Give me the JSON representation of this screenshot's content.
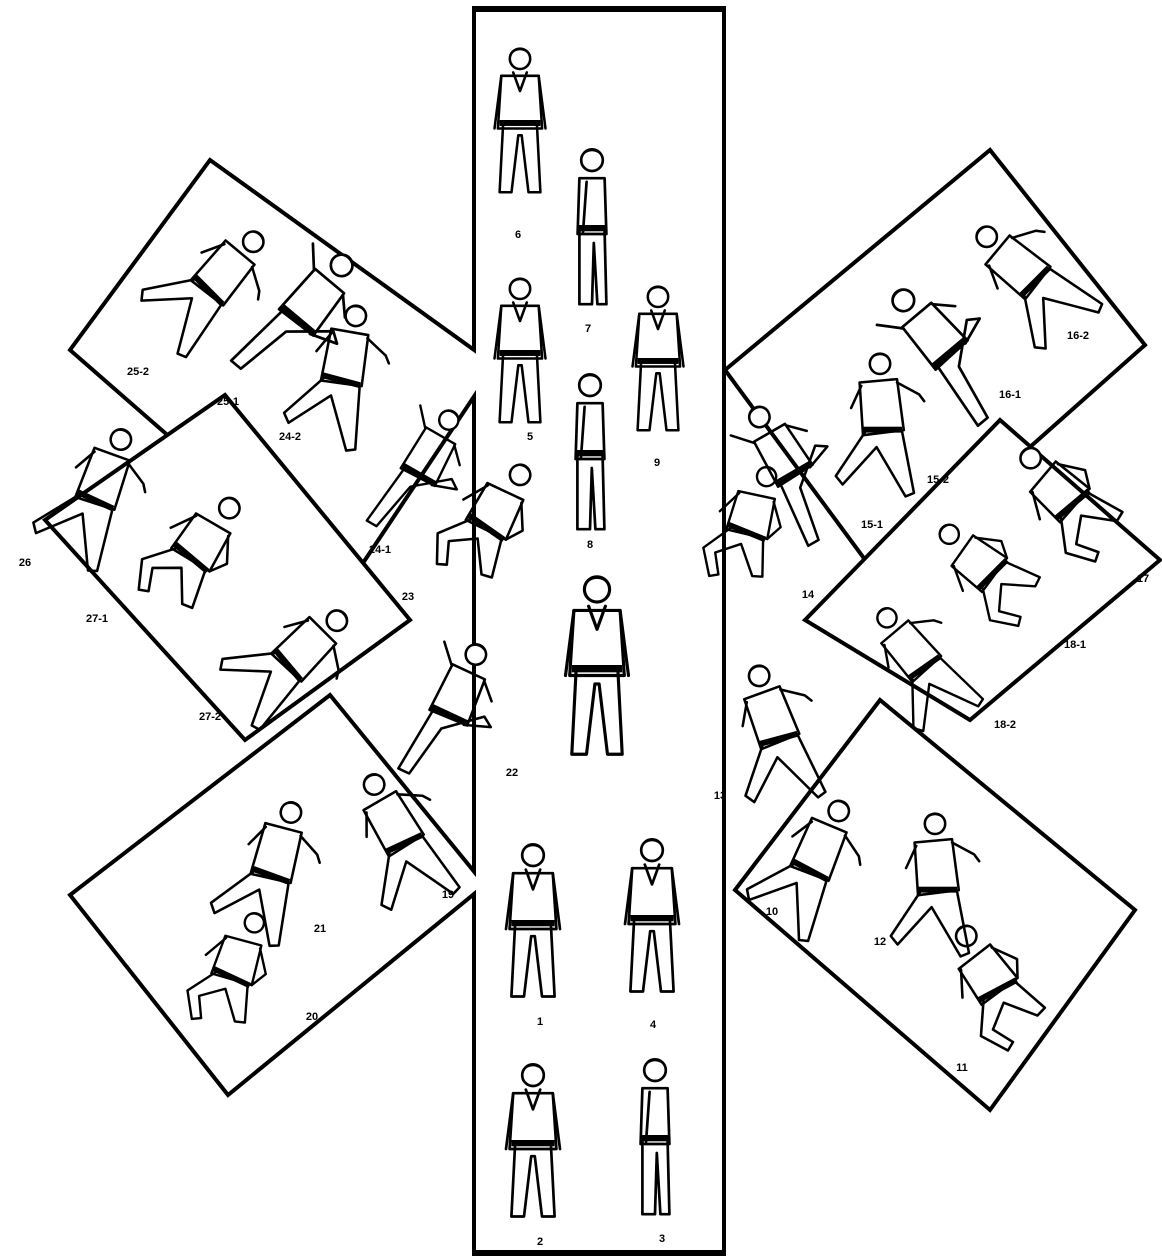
{
  "diagram": {
    "colors": {
      "ink": "#000000",
      "paper": "#ffffff"
    },
    "figures": [
      {
        "id": "0",
        "label": ""
      },
      {
        "id": "1",
        "label": "1"
      },
      {
        "id": "2",
        "label": "2"
      },
      {
        "id": "3",
        "label": "3"
      },
      {
        "id": "4",
        "label": "4"
      },
      {
        "id": "5",
        "label": "5"
      },
      {
        "id": "6",
        "label": "6"
      },
      {
        "id": "7",
        "label": "7"
      },
      {
        "id": "8",
        "label": "8"
      },
      {
        "id": "9",
        "label": "9"
      },
      {
        "id": "10",
        "label": "10"
      },
      {
        "id": "11",
        "label": "11"
      },
      {
        "id": "12",
        "label": "12"
      },
      {
        "id": "13",
        "label": "13"
      },
      {
        "id": "14",
        "label": "14"
      },
      {
        "id": "15-1",
        "label": "15-1"
      },
      {
        "id": "15-2",
        "label": "15-2"
      },
      {
        "id": "16-1",
        "label": "16-1"
      },
      {
        "id": "16-2",
        "label": "16-2"
      },
      {
        "id": "17",
        "label": "17"
      },
      {
        "id": "18-1",
        "label": "18-1"
      },
      {
        "id": "18-2",
        "label": "18-2"
      },
      {
        "id": "19",
        "label": "19"
      },
      {
        "id": "20",
        "label": "20"
      },
      {
        "id": "21",
        "label": "21"
      },
      {
        "id": "22",
        "label": "22"
      },
      {
        "id": "23",
        "label": "23"
      },
      {
        "id": "24-1",
        "label": "24-1"
      },
      {
        "id": "24-2",
        "label": "24-2"
      },
      {
        "id": "25-1",
        "label": "25-1"
      },
      {
        "id": "25-2",
        "label": "25-2"
      },
      {
        "id": "26",
        "label": "26"
      },
      {
        "id": "27-1",
        "label": "27-1"
      },
      {
        "id": "27-2",
        "label": "27-2"
      }
    ]
  }
}
